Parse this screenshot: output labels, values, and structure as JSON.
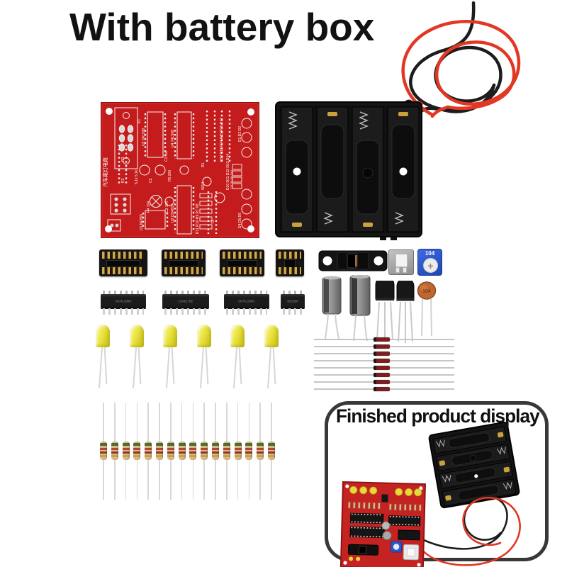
{
  "page": {
    "title": "With battery box",
    "background": "#ffffff"
  },
  "inset": {
    "title": "Finished product display"
  },
  "pcb": {
    "board_name_vertical": "汽车尾灯电路",
    "labels": {
      "k1": "K1",
      "k2": "K2",
      "j1": "J1",
      "r2": "R2",
      "r3": "R3",
      "r4": "R4 104",
      "r5": "R5 200",
      "c1": "C1 1uF",
      "c2": "C2",
      "c3": "C3 104",
      "u1": "U1 NE555",
      "u2": "U2 CD4017",
      "u3": "U3 74LS08",
      "u4": "U4 74LS08",
      "q1": "9014",
      "t2": "T2",
      "values": "5.1k 5.1k",
      "left_refs": "R11 R10 R9 R7 R8",
      "right_refs": "R12 R13 R14 R15 R16 R17",
      "diode_refs": "D10 D11 D12 D13 D14",
      "led_top_refs": "D1 D2 D3",
      "led_bottom_refs": "D4 D5 D6",
      "square_refs": "D7 D8 D9 D14",
      "r1": "R1"
    }
  },
  "components": {
    "ic_sockets": {
      "count": 4,
      "note_16pin": 3,
      "note_8pin": 1
    },
    "ics": [
      {
        "marking": "SN74LS08N"
      },
      {
        "marking": "CD4017BE"
      },
      {
        "marking": "SN74LS08N"
      },
      {
        "marking": "NE555P"
      }
    ],
    "trimpot": {
      "marking": "104",
      "plus": "+"
    },
    "ceramic_capacitor": {
      "marking": "104"
    },
    "electrolytic_capacitors": {
      "count": 2
    },
    "transistors": {
      "count": 2
    },
    "leds": {
      "count": 6,
      "color": "yellow"
    },
    "diodes": {
      "count": 8
    },
    "resistors": {
      "count": 16
    },
    "battery_holder": {
      "slots": 4,
      "wire_colors": [
        "red",
        "black"
      ]
    }
  },
  "colors": {
    "pcb_red": "#c41c1c",
    "wire_red": "#e23724",
    "wire_black": "#1c1c1c",
    "led_yellow": "#e9e23f",
    "trimpot_blue": "#2b57c8",
    "ceramic_orange": "#bf6730",
    "title_color": "#121212",
    "inset_border": "#383838"
  }
}
